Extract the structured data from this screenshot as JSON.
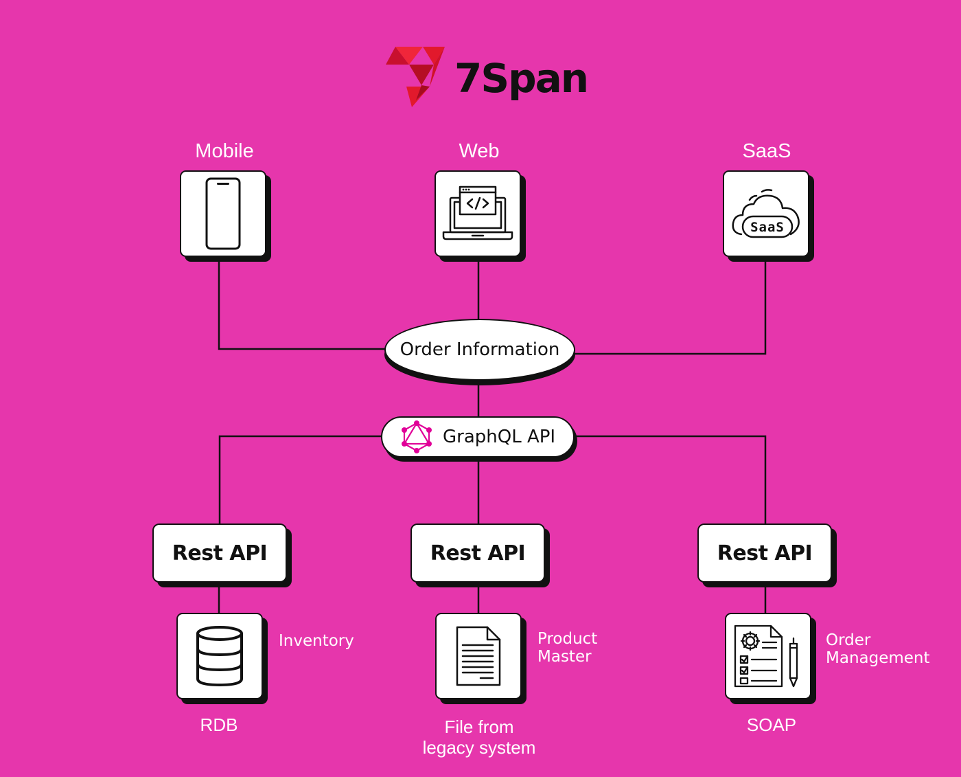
{
  "brand": {
    "name": "7Span"
  },
  "clients": {
    "mobile": "Mobile",
    "web": "Web",
    "saas": "SaaS",
    "saas_badge": "SaaS"
  },
  "hub": {
    "label": "Order Information"
  },
  "graphql": {
    "label": "GraphQL API"
  },
  "rest": {
    "left": "Rest API",
    "center": "Rest API",
    "right": "Rest API"
  },
  "sources": {
    "rdb": {
      "caption": "RDB",
      "side_label": "Inventory"
    },
    "legacy_file": {
      "caption_line1": "File from",
      "caption_line2": "legacy system",
      "side_line1": "Product",
      "side_line2": "Master"
    },
    "soap": {
      "caption": "SOAP",
      "side_line1": "Order",
      "side_line2": "Management"
    }
  },
  "colors": {
    "background": "#E636AC",
    "card": "#FFFFFF",
    "outline": "#111111",
    "logo_red": "#E2192C",
    "graphql_pink": "#E10098"
  },
  "icons": [
    "logo-mark-icon",
    "smartphone-icon",
    "laptop-code-icon",
    "saas-cloud-icon",
    "graphql-logo-icon",
    "database-icon",
    "document-icon",
    "report-settings-icon"
  ]
}
